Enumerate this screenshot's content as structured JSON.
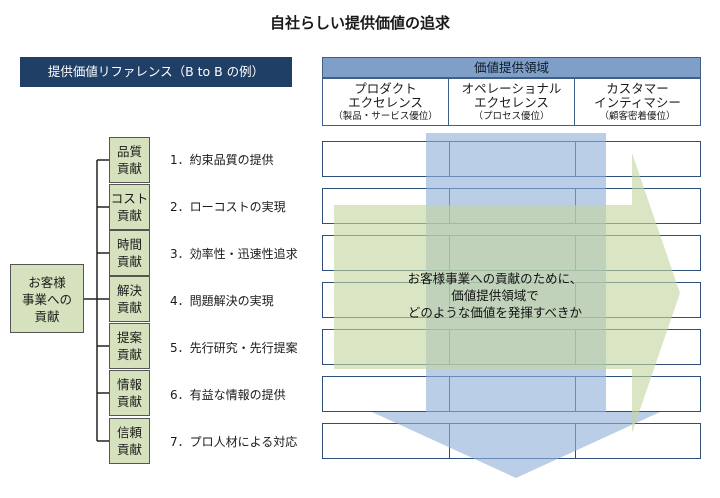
{
  "title": "自社らしい提供価値の追求",
  "subtitle": "提供価値リファレンス（B to B の例）",
  "domain": {
    "header": "価値提供領域",
    "columns": [
      {
        "line1": "プロダクト",
        "line2": "エクセレンス",
        "sub": "（製品・サービス優位）"
      },
      {
        "line1": "オペレーショナル",
        "line2": "エクセレンス",
        "sub": "（プロセス優位）"
      },
      {
        "line1": "カスタマー",
        "line2": "インティマシー",
        "sub": "（顧客密着優位）"
      }
    ]
  },
  "main_label": {
    "line1": "お客様",
    "line2": "事業への",
    "line3": "貢献"
  },
  "categories": [
    {
      "line1": "品質",
      "line2": "貢献",
      "item": "1．約束品質の提供"
    },
    {
      "line1": "コスト",
      "line2": "貢献",
      "item": "2．ローコストの実現"
    },
    {
      "line1": "時間",
      "line2": "貢献",
      "item": "3．効率性・迅速性追求"
    },
    {
      "line1": "解決",
      "line2": "貢献",
      "item": "4．問題解決の実現"
    },
    {
      "line1": "提案",
      "line2": "貢献",
      "item": "5．先行研究・先行提案"
    },
    {
      "line1": "情報",
      "line2": "貢献",
      "item": "6．有益な情報の提供"
    },
    {
      "line1": "信頼",
      "line2": "貢献",
      "item": "7．プロ人材による対応"
    }
  ],
  "center_text": {
    "line1": "お客様事業への貢献のために、",
    "line2": "価値提供領域で",
    "line3": "どのような価値を発揮すべきか"
  },
  "colors": {
    "navy": "#1f3f66",
    "header_blue": "#7f9fc8",
    "green": "#d6e2be",
    "arrow_blue": "#8fb0d9",
    "arrow_green": "#c4d69e"
  }
}
